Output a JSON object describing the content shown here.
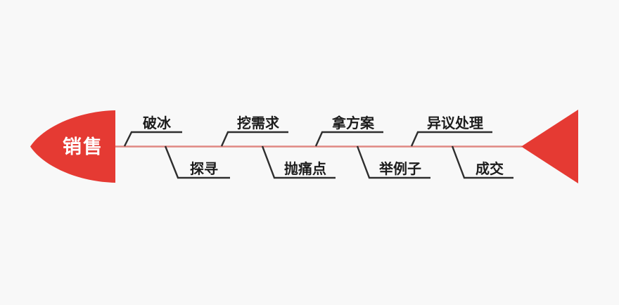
{
  "diagram": {
    "type": "fishbone",
    "head": {
      "label": "销售"
    },
    "branches": [
      {
        "label": "破冰",
        "side": "top"
      },
      {
        "label": "探寻",
        "side": "bottom"
      },
      {
        "label": "挖需求",
        "side": "top"
      },
      {
        "label": "抛痛点",
        "side": "bottom"
      },
      {
        "label": "拿方案",
        "side": "top"
      },
      {
        "label": "举例子",
        "side": "bottom"
      },
      {
        "label": "异议处理",
        "side": "top"
      },
      {
        "label": "成交",
        "side": "bottom"
      }
    ]
  },
  "colors": {
    "accent_red": "#e53a33",
    "spine_pink": "#e08883",
    "line_dark": "#2e2e2e",
    "text_dark": "#1c1c1c",
    "head_text": "#ffffff",
    "background": "#f8f8f8"
  }
}
